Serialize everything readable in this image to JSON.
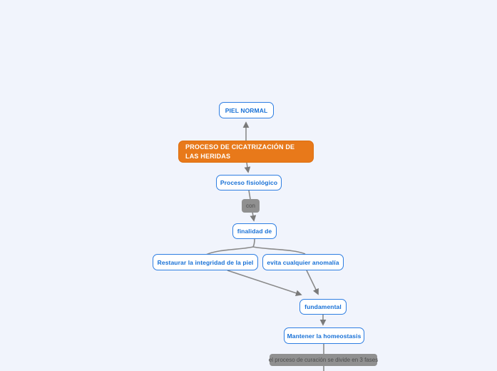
{
  "app": {
    "type": "concept-map",
    "background_color": "#f1f4fc"
  },
  "colors": {
    "node_border_blue": "#2e7ee2",
    "node_text_blue": "#1770d6",
    "node_fill_orange": "#e8791a",
    "node_text_white": "#ffffff",
    "label_fill_gray": "#909090",
    "label_text_gray": "#4e4e4e",
    "connector_gray": "#8a8a8a"
  },
  "nodes": {
    "piel_normal": "PIEL NORMAL",
    "proceso_cicatrizacion": "PROCESO DE CICATRIZACIÓN DE LAS HERIDAS",
    "proceso_fisiologico": "Proceso fisiológico",
    "con": "con",
    "finalidad_de": "finalidad de",
    "restaurar": "Restaurar la integridad de la piel",
    "evita": "evita cualquier anomalía",
    "fundamental": "fundamental",
    "mantener": "Mantener la homeostasis",
    "tres_fases": "el proceso de curación se divide en 3 fases"
  },
  "edges": [
    {
      "from": "proceso_cicatrizacion",
      "to": "piel_normal",
      "arrow": true
    },
    {
      "from": "proceso_cicatrizacion",
      "to": "proceso_fisiologico",
      "arrow": true
    },
    {
      "from": "proceso_fisiologico",
      "to": "finalidad_de",
      "label": "con",
      "arrow": true
    },
    {
      "from": "finalidad_de",
      "to": "restaurar",
      "arrow": false
    },
    {
      "from": "finalidad_de",
      "to": "evita",
      "arrow": false
    },
    {
      "from": "restaurar",
      "to": "fundamental",
      "arrow": true
    },
    {
      "from": "evita",
      "to": "fundamental",
      "arrow": true
    },
    {
      "from": "fundamental",
      "to": "mantener",
      "arrow": true
    },
    {
      "from": "mantener",
      "to": "offscreen_bottom",
      "label": "el proceso de curación se divide en 3 fases",
      "arrow": false
    }
  ]
}
